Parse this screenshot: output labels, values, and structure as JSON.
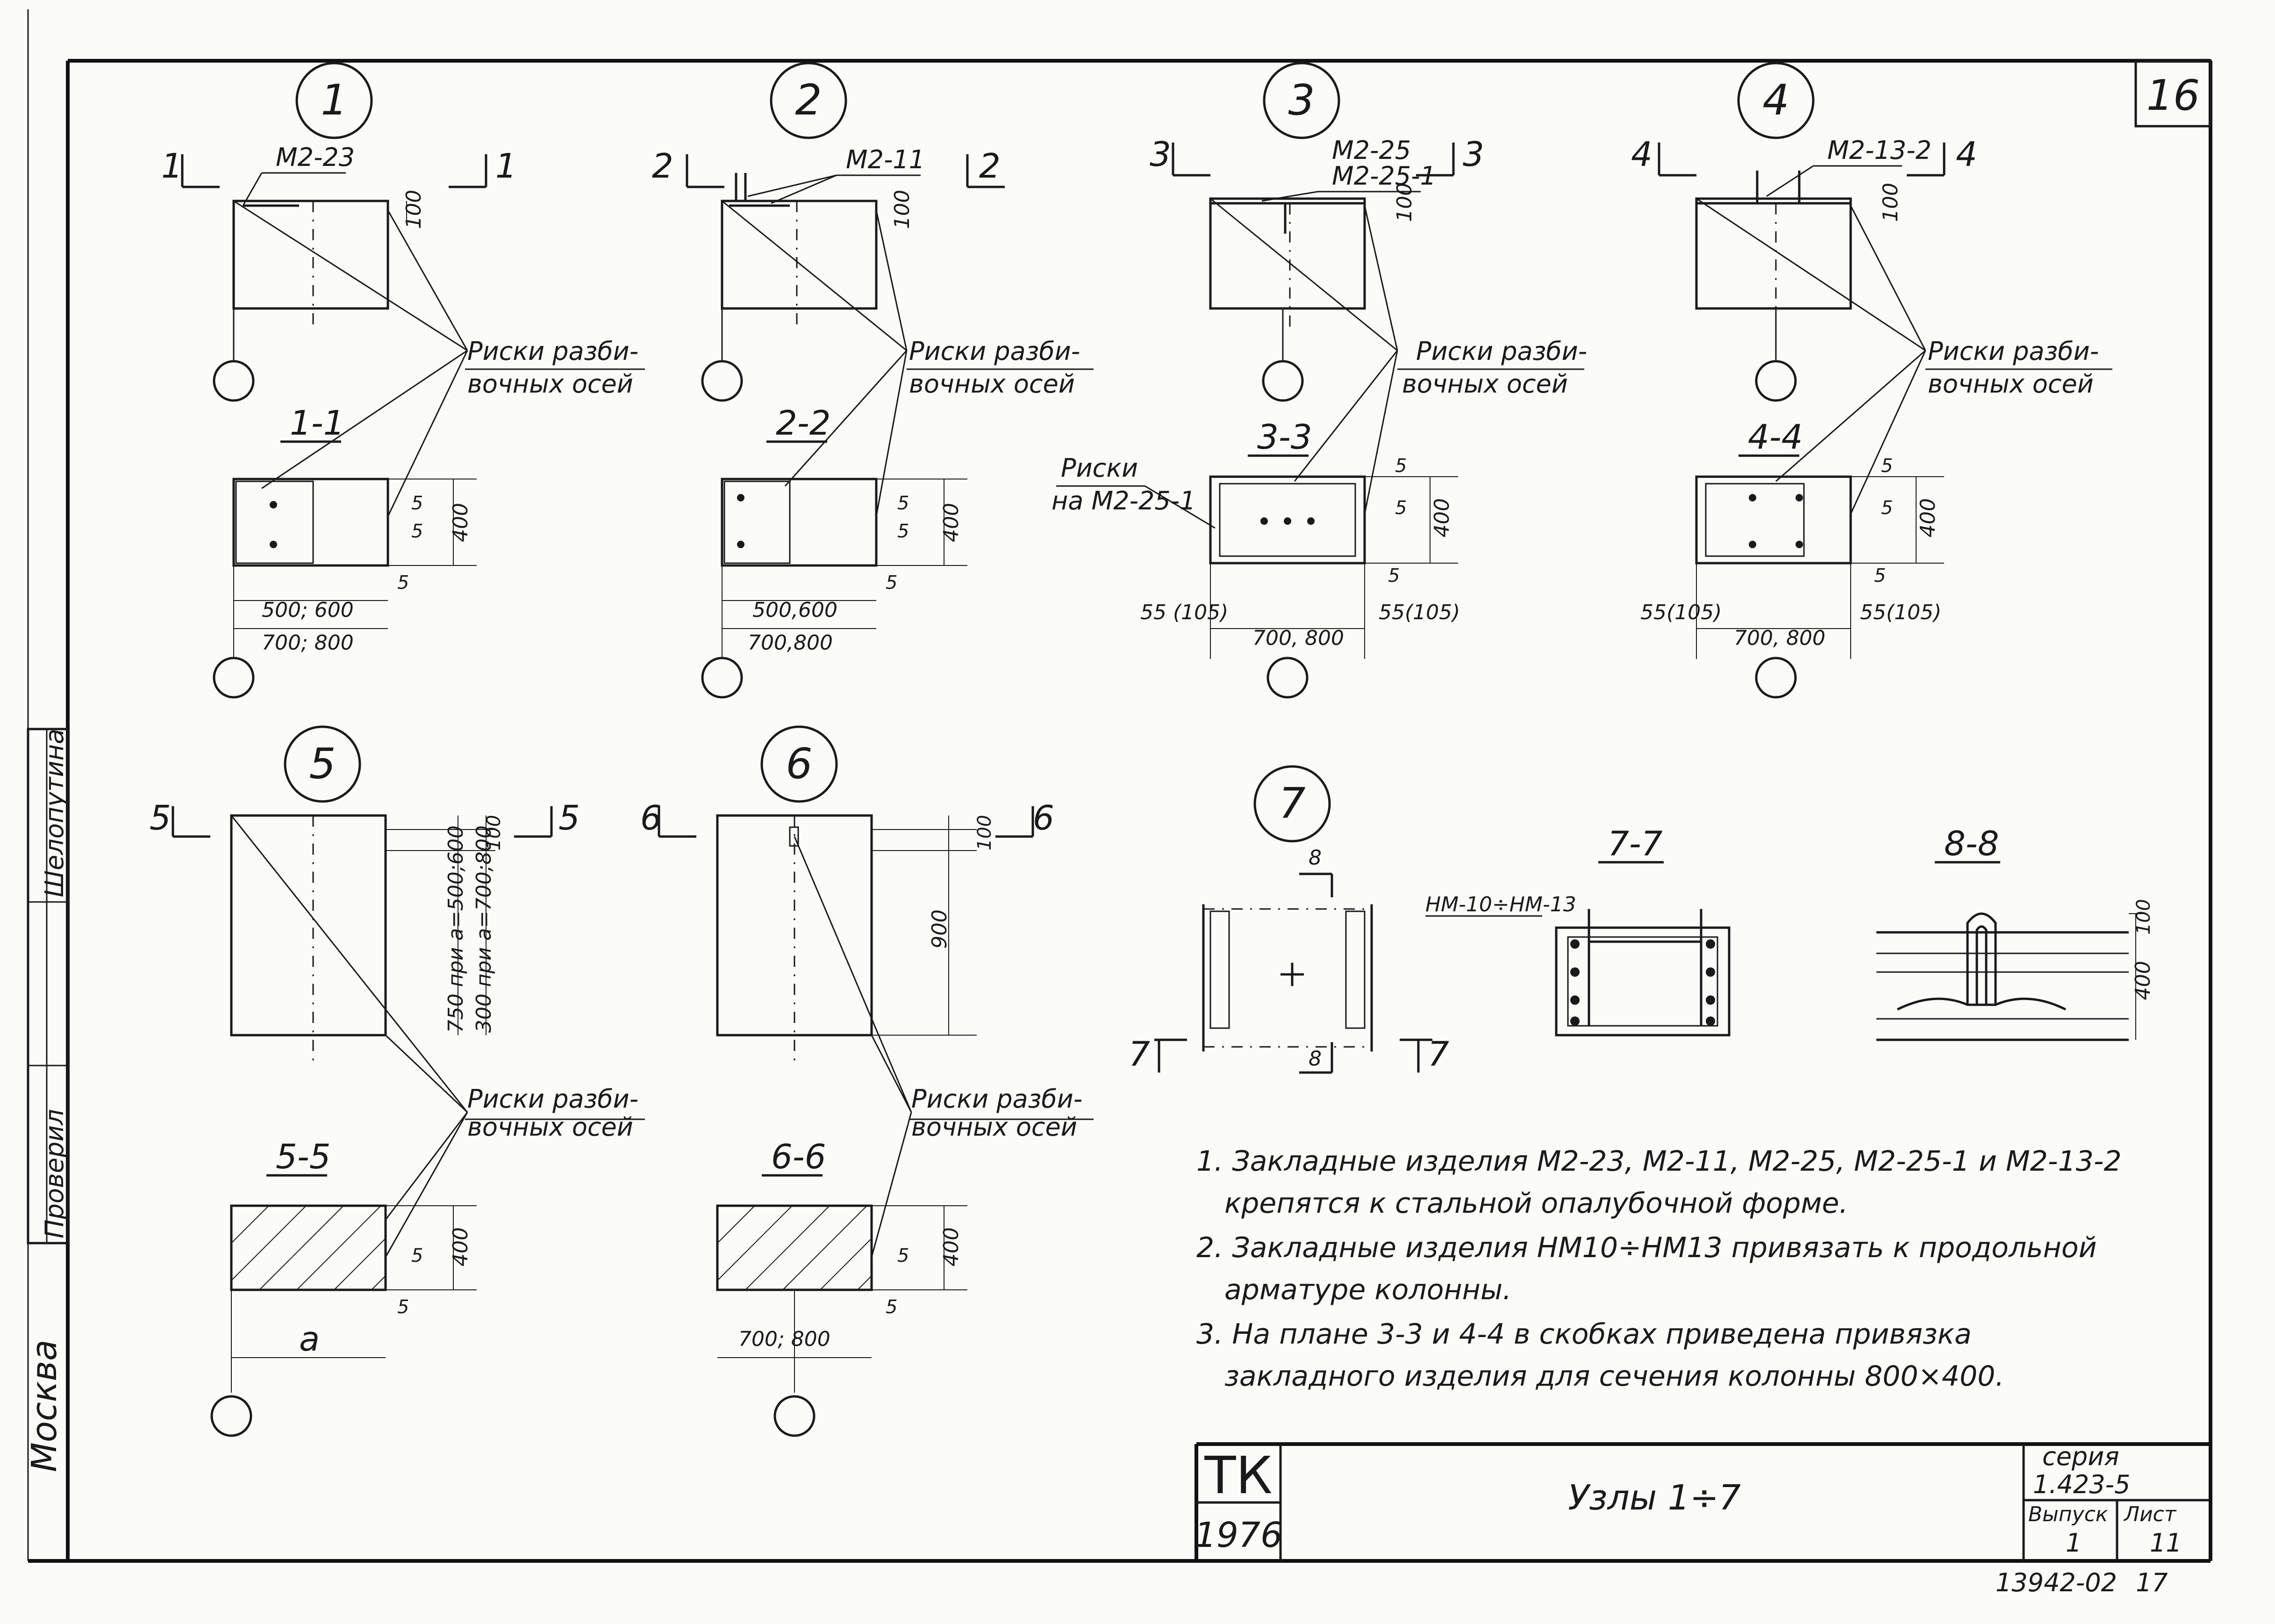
{
  "sheet_number": "16",
  "nodes": [
    {
      "number": "1",
      "section_arrow": "1",
      "embed": "M2-23",
      "section_title": "1-1",
      "dims": [
        "100",
        "400",
        "5",
        "5",
        "5",
        "500; 600",
        "700; 800"
      ]
    },
    {
      "number": "2",
      "section_arrow": "2",
      "embed": "M2-11",
      "section_title": "2-2",
      "dims": [
        "100",
        "400",
        "5",
        "5",
        "5",
        "500,600",
        "700,800"
      ]
    },
    {
      "number": "3",
      "section_arrow": "3",
      "embed": "M2-25",
      "embed2": "M2-25-1",
      "section_title": "3-3",
      "dims": [
        "100",
        "400",
        "5",
        "5",
        "5",
        "55 (105)",
        "55(105)",
        "700, 800"
      ]
    },
    {
      "number": "4",
      "section_arrow": "4",
      "embed": "M2-13-2",
      "section_title": "4-4",
      "dims": [
        "100",
        "400",
        "5",
        "5",
        "5",
        "55(105)",
        "55(105)",
        "700, 800"
      ]
    },
    {
      "number": "5",
      "section_arrow": "5",
      "section_title": "5-5",
      "dims": [
        "750 при а=500;600",
        "300 при а=700;800",
        "100",
        "400",
        "5",
        "5",
        "a"
      ]
    },
    {
      "number": "6",
      "section_arrow": "6",
      "section_title": "6-6",
      "dims": [
        "100",
        "900",
        "400",
        "5",
        "5",
        "700; 800"
      ]
    },
    {
      "number": "7",
      "section_arrow": "7",
      "section_arrow2": "8",
      "section_title": "7-7",
      "section_title2": "8-8",
      "embed": "HM-10÷HM-13",
      "dims": [
        "100",
        "400"
      ]
    }
  ],
  "labels": {
    "axis_marks_line1": "Риски разби-",
    "axis_marks_line2": "вочных осей",
    "axis_marks_line2_b": "вочных осей",
    "marks_on_line1": "Риски",
    "marks_on_line2": "на M2-25-1"
  },
  "notes": [
    "1. Закладные изделия M2-23, M2-11, M2-25, M2-25-1 и M2-13-2",
    "крепятся к стальной опалубочной форме.",
    "2. Закладные изделия HM10÷HM13 привязать к продольной",
    "арматуре колонны.",
    "3. На плане 3-3 и 4-4 в скобках приведена привязка",
    "закладного изделия для сечения колонны 800×400."
  ],
  "title_block": {
    "org": "ТК",
    "year": "1976",
    "title": "Узлы 1÷7",
    "series_label": "серия",
    "series_value": "1.423-5",
    "issue_label": "Выпуск",
    "issue_value": "1",
    "sheet_label": "Лист",
    "sheet_value": "11"
  },
  "footer_code": "13942-02",
  "footer_page": "17",
  "side_stamp": {
    "city": "Москва",
    "checked": "Проверил",
    "signer": "Шелопутина"
  }
}
